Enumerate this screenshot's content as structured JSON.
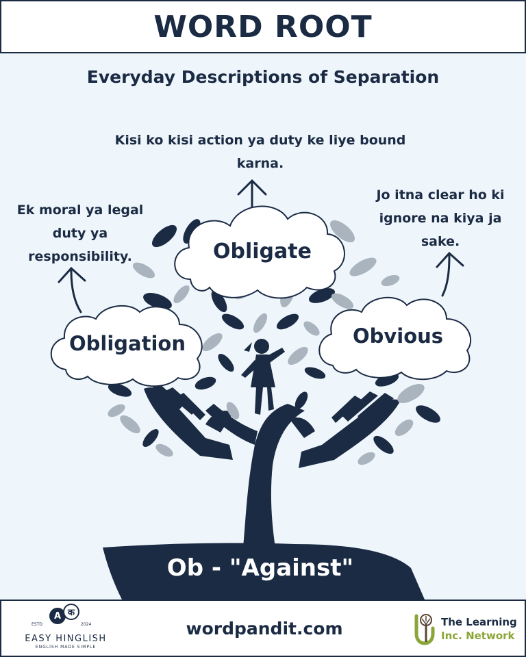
{
  "header": {
    "title": "WORD ROOT"
  },
  "subtitle": "Everyday Descriptions of Separation",
  "words": {
    "top": {
      "word": "Obligate",
      "meaning": "Kisi ko kisi action ya duty ke liye bound karna."
    },
    "left": {
      "word": "Obligation",
      "meaning": "Ek moral ya legal duty ya responsibility."
    },
    "right": {
      "word": "Obvious",
      "meaning": "Jo itna clear ho ki ignore na kiya ja sake."
    }
  },
  "root": {
    "label": "Ob - \"Against\""
  },
  "footer": {
    "site": "wordpandit.com",
    "easy_hinglish": {
      "badge_a": "A",
      "badge_k": "क",
      "estd": "ESTD",
      "year": "2024",
      "name": "EASY HINGLISH",
      "tagline": "ENGLISH MADE SIMPLE"
    },
    "learning": {
      "line1": "The Learning",
      "line2": "Inc. Network"
    }
  },
  "colors": {
    "navy": "#1b2b44",
    "background": "#eff6fb",
    "leaf_gray": "#a9b4bf",
    "accent_green": "#8aa637"
  }
}
